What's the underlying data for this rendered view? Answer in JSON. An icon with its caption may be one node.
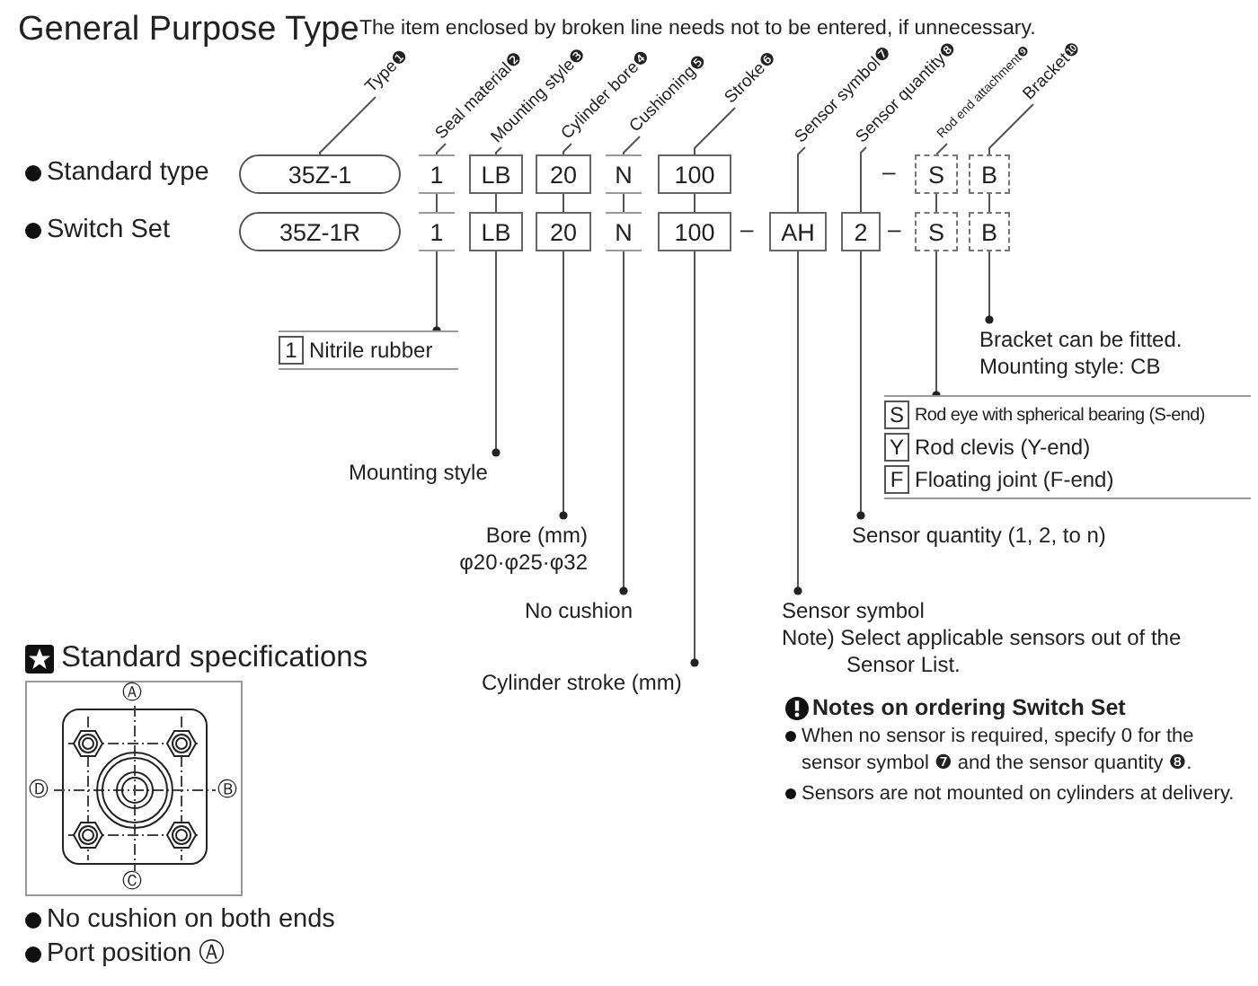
{
  "diagram": {
    "title": "General Purpose Type",
    "nodes": [
      {
        "text": [
          "Type❶"
        ]
      },
      {
        "text": [
          "Seal material❷"
        ]
      },
      {
        "text": [
          "Mounting style❸"
        ]
      },
      {
        "text": [
          "Cylinder bore❹"
        ]
      },
      {
        "text": [
          "Cushioning❺"
        ]
      },
      {
        "text": [
          "Stroke❻"
        ]
      },
      {
        "text": [
          "Sensor symbol❼"
        ]
      },
      {
        "text": [
          "Sensor quantity❽"
        ]
      },
      {
        "text": [
          "Rod end attachment❾"
        ]
      },
      {
        "text": [
          "Bracket❿"
        ]
      },
      {
        "text": [
          "35Z-1"
        ]
      },
      {
        "text": [
          "1"
        ]
      },
      {
        "text": [
          "LB"
        ]
      },
      {
        "text": [
          "20"
        ]
      },
      {
        "text": [
          "N"
        ]
      },
      {
        "text": [
          "100"
        ]
      },
      {
        "text": [
          "S"
        ]
      },
      {
        "text": [
          "B"
        ]
      },
      {
        "text": [
          "35Z-1R"
        ]
      },
      {
        "text": [
          "1"
        ]
      },
      {
        "text": [
          "LB"
        ]
      },
      {
        "text": [
          "20"
        ]
      },
      {
        "text": [
          "N"
        ]
      },
      {
        "text": [
          "100"
        ]
      },
      {
        "text": [
          "AH"
        ]
      },
      {
        "text": [
          "2"
        ]
      },
      {
        "text": [
          "S"
        ]
      },
      {
        "text": [
          "B"
        ]
      },
      {
        "text": [
          "1",
          "Nitrile rubber"
        ]
      },
      {
        "text": [
          "Bracket can be fitted. Mounting style: CB"
        ]
      },
      {
        "text": [
          "S",
          "Rod eye with spherical bearing (S-end)",
          "Y",
          "Rod clevis (Y-end)",
          "F",
          "Floating joint (F-end)"
        ]
      },
      {
        "text": [
          "Mounting style"
        ]
      },
      {
        "text": [
          "Sensor quantity (1, 2, to n)"
        ]
      },
      {
        "text": [
          "Bore (mm)",
          "φ20·φ25·φ32"
        ]
      },
      {
        "text": [
          "No cushion"
        ]
      },
      {
        "text": [
          "Sensor symbol",
          "Note) Select applicable sensors out of the Sensor List."
        ]
      },
      {
        "text": [
          "Cylinder stroke (mm)"
        ]
      }
    ],
    "edges": [
      {
        "from": 0,
        "to": 10,
        "arrow": "none"
      },
      {
        "from": 1,
        "to": 11,
        "arrow": "none"
      },
      {
        "from": 2,
        "to": 12,
        "arrow": "none"
      },
      {
        "from": 3,
        "to": 13,
        "arrow": "none"
      },
      {
        "from": 4,
        "to": 14,
        "arrow": "none"
      },
      {
        "from": 5,
        "to": 15,
        "arrow": "none"
      },
      {
        "from": 6,
        "to": 24,
        "arrow": "none"
      },
      {
        "from": 7,
        "to": 25,
        "arrow": "none"
      },
      {
        "from": 8,
        "to": 16,
        "arrow": "none"
      },
      {
        "from": 9,
        "to": 17,
        "arrow": "none"
      },
      {
        "from": 11,
        "to": 19,
        "arrow": "none"
      },
      {
        "from": 12,
        "to": 20,
        "arrow": "none"
      },
      {
        "from": 13,
        "to": 21,
        "arrow": "none"
      },
      {
        "from": 14,
        "to": 22,
        "arrow": "none"
      },
      {
        "from": 15,
        "to": 23,
        "arrow": "none"
      },
      {
        "from": 16,
        "to": 26,
        "arrow": "none"
      },
      {
        "from": 17,
        "to": 27,
        "arrow": "none"
      },
      {
        "from": 19,
        "to": 28,
        "arrow": "other"
      },
      {
        "from": 20,
        "to": 31,
        "arrow": "other"
      },
      {
        "from": 21,
        "to": 33,
        "arrow": "other"
      },
      {
        "from": 22,
        "to": 34,
        "arrow": "other"
      },
      {
        "from": 23,
        "to": 36,
        "arrow": "other"
      },
      {
        "from": 24,
        "to": 35,
        "arrow": "other"
      },
      {
        "from": 25,
        "to": 32,
        "arrow": "other"
      },
      {
        "from": 26,
        "to": 30,
        "arrow": "other"
      },
      {
        "from": 27,
        "to": 29,
        "arrow": "other"
      }
    ],
    "labels": [
      "The item enclosed by broken line needs not to be entered, if unnecessary.",
      "Standard type",
      "–",
      "Switch Set",
      "–",
      "–",
      "Standard specifications",
      "Ⓐ",
      "Ⓓ",
      "Ⓑ",
      "Ⓒ",
      "Notes on ordering Switch Set",
      "When no sensor is required, specify 0 for the sensor symbol ❼ and the sensor quantity ❽.",
      "Sensors are not mounted on cylinders at delivery.",
      "No cushion on both ends",
      "Port position Ⓐ"
    ]
  }
}
